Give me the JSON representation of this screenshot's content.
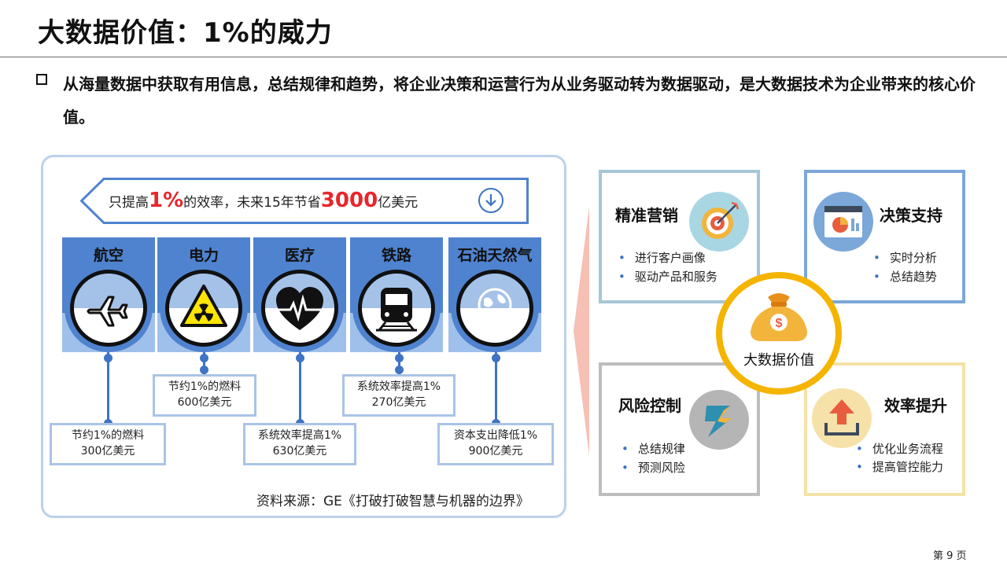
{
  "title": "大数据价值：1%的威力",
  "bullet": "从海量数据中获取有用信息，总结规律和趋势，将企业决策和运营行为从业务驱动转为数据驱动，是大数据技术为企业带来的核心价值。",
  "banner": {
    "pre": "只提高",
    "pct": "1%",
    "mid": "的效率，未来15年节省",
    "amount": "3000",
    "post": "亿美元",
    "icon": "download-circle-icon"
  },
  "industries": [
    {
      "label": "航空",
      "icon": "airplane-icon"
    },
    {
      "label": "电力",
      "icon": "radiation-warning-icon"
    },
    {
      "label": "医疗",
      "icon": "heart-pulse-icon"
    },
    {
      "label": "铁路",
      "icon": "train-icon"
    },
    {
      "label": "石油天然气",
      "icon": "globe-icon"
    }
  ],
  "notes": {
    "aviation": {
      "line1": "节约1%的燃料",
      "line2": "300亿美元"
    },
    "power": {
      "line1": "节约1%的燃料",
      "line2": "600亿美元"
    },
    "medical": {
      "line1": "系统效率提高1%",
      "line2": "630亿美元"
    },
    "railway": {
      "line1": "系统效率提高1%",
      "line2": "270亿美元"
    },
    "oilgas": {
      "line1": "资本支出降低1%",
      "line2": "900亿美元"
    }
  },
  "source": "资料来源：GE《打破打破智慧与机器的边界》",
  "cards": {
    "marketing": {
      "title": "精准营销",
      "items": [
        "进行客户画像",
        "驱动产品和服务"
      ],
      "icon": "target-icon",
      "color": "#a5c6d6"
    },
    "decision": {
      "title": "决策支持",
      "items": [
        "实时分析",
        "总结趋势"
      ],
      "icon": "chart-window-icon",
      "color": "#7ba7d9"
    },
    "risk": {
      "title": "风险控制",
      "items": [
        "总结规律",
        "预测风险"
      ],
      "icon": "lightning-icon",
      "color": "#bdbdbd"
    },
    "efficiency": {
      "title": "效率提升",
      "items": [
        "优化业务流程",
        "提高管控能力"
      ],
      "icon": "upload-arrow-icon",
      "color": "#f3e3a6"
    }
  },
  "center": {
    "label": "大数据价值",
    "icon": "money-bag-icon"
  },
  "bullet_glyph": "•",
  "page": "第 9 页"
}
